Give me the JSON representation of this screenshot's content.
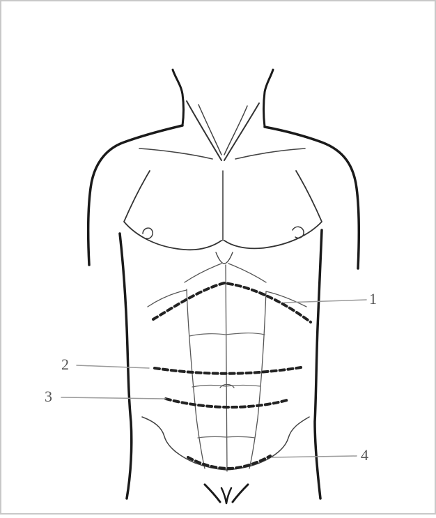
{
  "diagram": {
    "labels": [
      {
        "id": "1",
        "text": "1"
      },
      {
        "id": "2",
        "text": "2"
      },
      {
        "id": "3",
        "text": "3"
      },
      {
        "id": "4",
        "text": "4"
      }
    ],
    "colors": {
      "outline": "#1a1a1a",
      "thin_line": "#555555",
      "leader_line": "#9a9a9a",
      "incision": "#222222",
      "frame": "#c8c8c8"
    }
  }
}
